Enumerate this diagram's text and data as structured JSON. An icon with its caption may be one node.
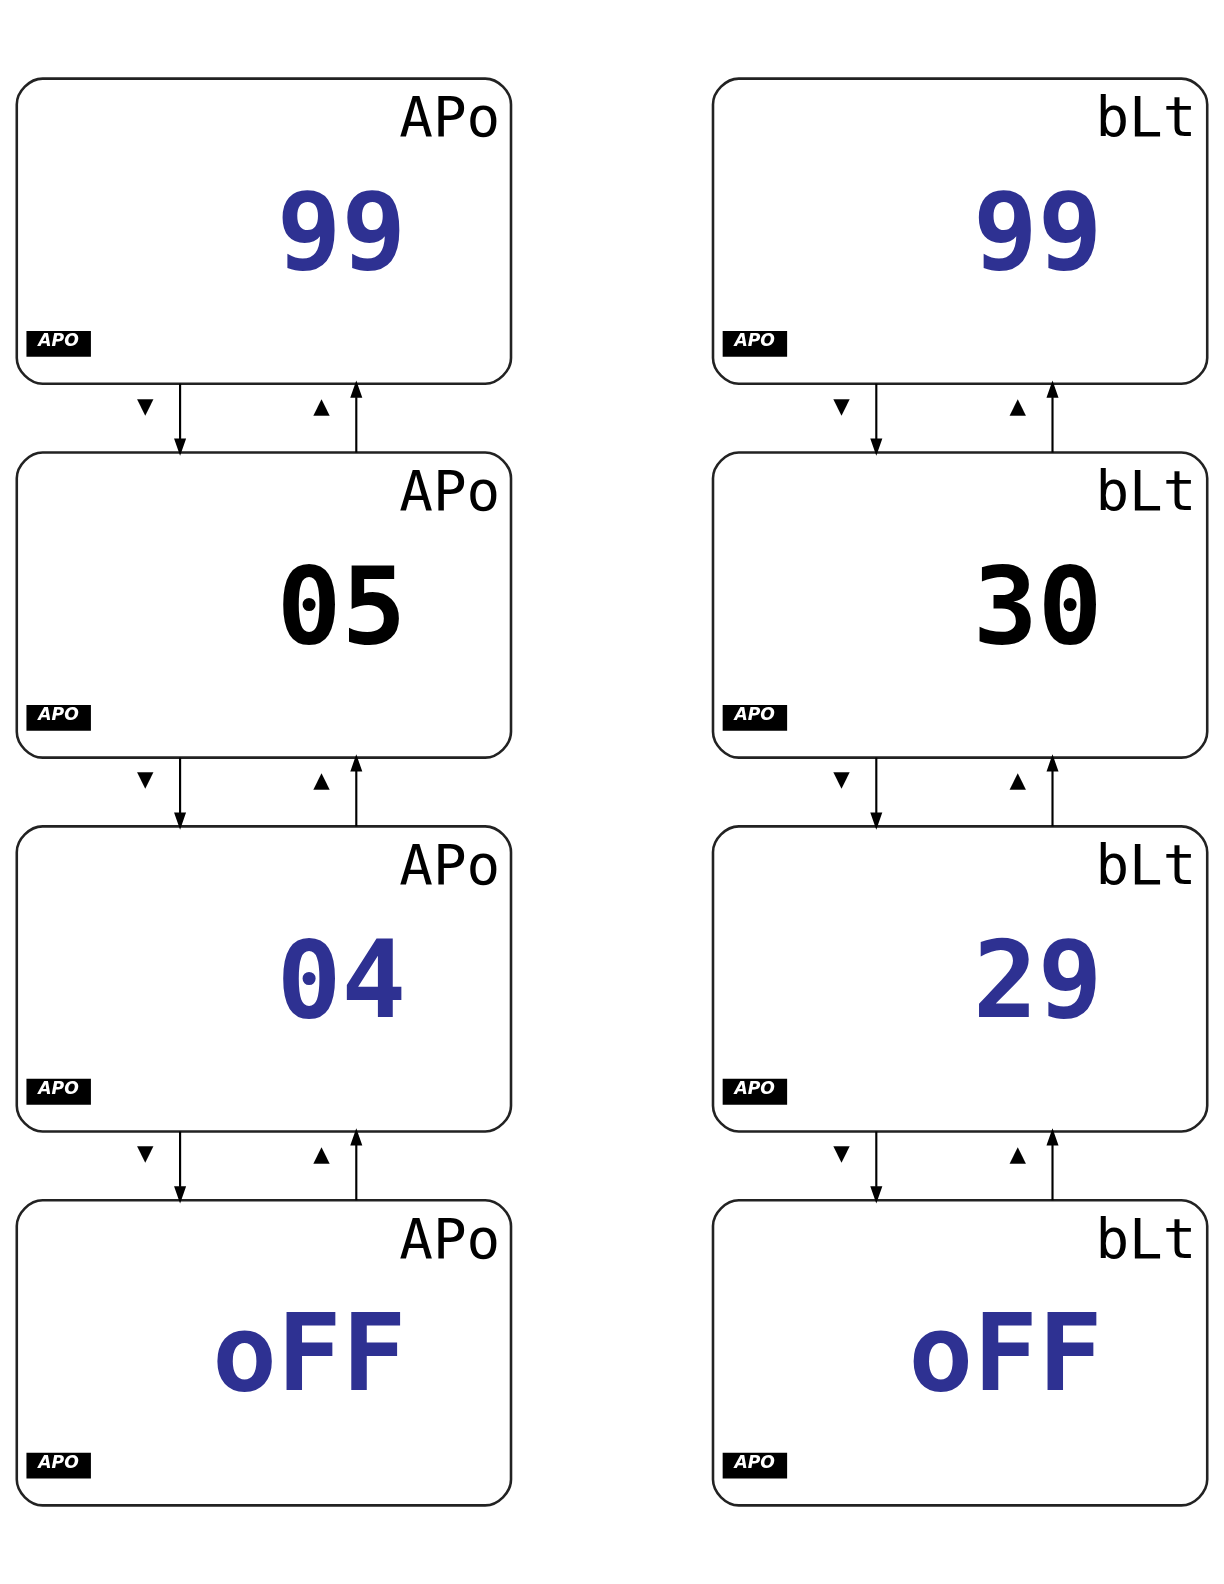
{
  "diagram": {
    "nodes": [
      {
        "text": [
          "APo",
          "99",
          "APO"
        ]
      },
      {
        "text": [
          "bLt",
          "99",
          "APO"
        ]
      },
      {
        "text": [
          "APo",
          "05",
          "APO"
        ]
      },
      {
        "text": [
          "bLt",
          "30",
          "APO"
        ]
      },
      {
        "text": [
          "APo",
          "04",
          "APO"
        ]
      },
      {
        "text": [
          "bLt",
          "29",
          "APO"
        ]
      },
      {
        "text": [
          "APo",
          "oFF",
          "APO"
        ]
      },
      {
        "text": [
          "bLt",
          "oFF",
          "APO"
        ]
      }
    ],
    "edges": [
      {
        "from": 0,
        "to": 2,
        "arrow": "to",
        "label": "▼"
      },
      {
        "from": 2,
        "to": 0,
        "arrow": "to",
        "label": "▲"
      },
      {
        "from": 1,
        "to": 3,
        "arrow": "to",
        "label": "▼"
      },
      {
        "from": 3,
        "to": 1,
        "arrow": "to",
        "label": "▲"
      },
      {
        "from": 2,
        "to": 4,
        "arrow": "to",
        "label": "▼"
      },
      {
        "from": 4,
        "to": 2,
        "arrow": "to",
        "label": "▲"
      },
      {
        "from": 3,
        "to": 5,
        "arrow": "to",
        "label": "▼"
      },
      {
        "from": 5,
        "to": 3,
        "arrow": "to",
        "label": "▲"
      },
      {
        "from": 4,
        "to": 6,
        "arrow": "to",
        "label": "▼"
      },
      {
        "from": 6,
        "to": 4,
        "arrow": "to",
        "label": "▲"
      },
      {
        "from": 5,
        "to": 7,
        "arrow": "to",
        "label": "▼"
      },
      {
        "from": 7,
        "to": 5,
        "arrow": "to",
        "label": "▲"
      }
    ]
  }
}
